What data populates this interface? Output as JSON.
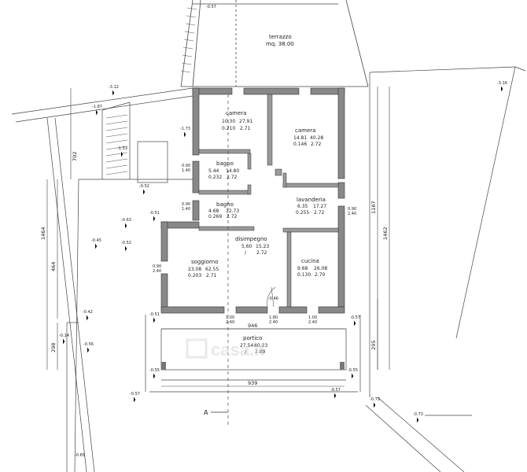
{
  "terrace": {
    "name": "terrazzo",
    "area": "mq. 38.00",
    "level": "-0.57"
  },
  "rooms": {
    "camera1": {
      "name": "camera",
      "a": "10.30",
      "b": "27.91",
      "c": "0.210",
      "d": "2.71"
    },
    "camera2": {
      "name": "camera",
      "a": "14.81",
      "b": "40.28",
      "c": "0.146",
      "d": "2.72"
    },
    "bagno1": {
      "name": "bagno",
      "a": "5.44",
      "b": "14.80",
      "c": "0.232",
      "d": "2.72"
    },
    "bagno2": {
      "name": "bagno",
      "a": "4.68",
      "b": "12.73",
      "c": "0.269",
      "d": "2.72"
    },
    "lavanderia": {
      "name": "lavanderia",
      "a": "6.35",
      "b": "17.27",
      "c": "0.255",
      "d": "2.72"
    },
    "disimpegno": {
      "name": "disimpegno",
      "a": "5.60",
      "b": "15.23",
      "c": "/",
      "d": "2.72"
    },
    "soggiorno": {
      "name": "soggiorno",
      "a": "23.08",
      "b": "62.55",
      "c": "0.203",
      "d": "2.71"
    },
    "cucina": {
      "name": "cucina",
      "a": "9.68",
      "b": "26.08",
      "c": "0.130",
      "d": "2.70"
    },
    "portico": {
      "name": "portico",
      "a": "27.54",
      "b": "80.23",
      "c": "/",
      "d": "2.89"
    }
  },
  "window_marks": {
    "w_bagno1": [
      "0.90",
      "1.40"
    ],
    "w_bagno2": [
      "0.90",
      "1.40"
    ],
    "w_lav": [
      "0.90",
      "2.40"
    ],
    "w_sogg": [
      "0.90",
      "2.40"
    ],
    "w_b1": [
      "1.00",
      "2.40"
    ],
    "w_b2": [
      "1.80",
      "2.40"
    ],
    "w_b3": [
      "1.00",
      "2.40"
    ]
  },
  "levels": {
    "l1": "-0.57",
    "l2": "-3.12",
    "l3": "-1.87",
    "l4": "-1.73",
    "l5": "-1.53",
    "l6": "-0.52",
    "l7": "-0.51",
    "l8": "-0.63",
    "l9": "-0.45",
    "l10": "-0.52",
    "l11": "-0.46",
    "l12": "-0.51",
    "l13": "-0.42",
    "l14": "-0.14",
    "l15": "-0.56",
    "l16": "-0.55",
    "l17": "-0.55",
    "l18": "-0.57",
    "l19": "-0.57",
    "l20": "-0.73",
    "l21": "-0.73",
    "l22": "-0.65",
    "l23": "-3.16"
  },
  "dimensions": {
    "d702": "702",
    "d1464": "1464",
    "d464": "464",
    "d298": "298",
    "d946": "946",
    "d939": "939",
    "d1187": "1187",
    "d1462": "1462",
    "d295": "295"
  },
  "section_mark": "A",
  "watermark": "casa.it"
}
